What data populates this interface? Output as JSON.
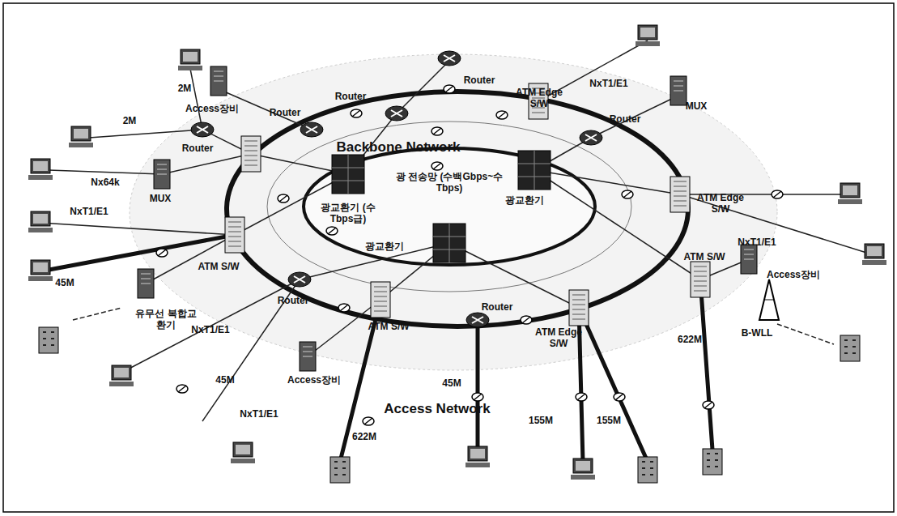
{
  "diagram": {
    "labels": [
      "Router",
      "2M",
      "Access장비",
      "Router",
      "NxT1/E1",
      "2M",
      "Router",
      "Router",
      "ATM Edge S/W",
      "Router",
      "MUX",
      "Backbone Network",
      "Nx64k",
      "광교환기 (수Tbps급)",
      "광 전송망 (수백Gbps~수Tbps)",
      "광교환기",
      "MUX",
      "ATM Edge S/W",
      "NxT1/E1",
      "NxT1/E1",
      "광교환기",
      "ATM S/W",
      "ATM S/W",
      "Access장비",
      "45M",
      "Router",
      "유무선 복합교환기",
      "ATM S/W",
      "Router",
      "ATM Edge S/W",
      "NxT1/E1",
      "622M",
      "B-WLL",
      "45M",
      "Access장비",
      "45M",
      "155M",
      "155M",
      "NxT1/E1",
      "Access Network",
      "622M"
    ]
  }
}
